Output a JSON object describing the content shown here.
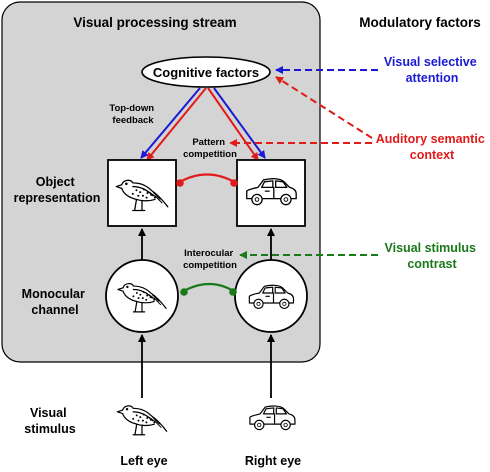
{
  "titles": {
    "stream": "Visual processing stream",
    "modulatory": "Modulatory factors"
  },
  "nodes": {
    "cognitive": "Cognitive factors"
  },
  "row_labels": {
    "object": [
      "Object",
      "representation"
    ],
    "monocular": [
      "Monocular",
      "channel"
    ],
    "stimulus": [
      "Visual",
      "stimulus"
    ]
  },
  "edge_labels": {
    "topdown": [
      "Top-down",
      "feedback"
    ],
    "pattern": [
      "Pattern",
      "competition"
    ],
    "interocular": [
      "Interocular",
      "competition"
    ]
  },
  "modulators": {
    "attention": {
      "lines": [
        "Visual selective",
        "attention"
      ],
      "color": "#1a1ad6"
    },
    "auditory": {
      "lines": [
        "Auditory semantic",
        "context"
      ],
      "color": "#e11a1a"
    },
    "contrast": {
      "lines": [
        "Visual stimulus",
        "contrast"
      ],
      "color": "#1a7a1a"
    }
  },
  "eyes": {
    "left": "Left eye",
    "right": "Right eye"
  },
  "icons": {
    "left": "bird-icon",
    "right": "car-icon"
  },
  "colors": {
    "panel": "#d4d4d4",
    "blue": "#1a1ad6",
    "red": "#e11a1a",
    "green": "#1a7a1a"
  }
}
